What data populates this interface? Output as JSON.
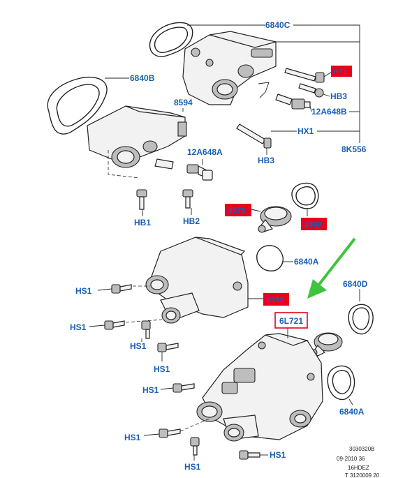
{
  "labels": {
    "l_6840C": "6840C",
    "l_6840B": "6840B",
    "l_8594": "8594",
    "l_HT1": "HT1",
    "l_HB3a": "HB3",
    "l_12A648B": "12A648B",
    "l_HX1": "HX1",
    "l_8K556": "8K556",
    "l_HB3b": "HB3",
    "l_12A648A": "12A648A",
    "l_HB1a": "HB1",
    "l_HB2": "HB2",
    "l_8575": "8575",
    "l_8590": "8590",
    "l_6840A_top": "6840A",
    "l_6840D": "6840D",
    "l_HS1_a": "HS1",
    "l_8592": "8592",
    "l_6L721": "6L721",
    "l_HS1_b": "HS1",
    "l_HS1_c": "HS1",
    "l_HS1_d": "HS1",
    "l_HS1_e": "HS1",
    "l_HS1_f": "HS1",
    "l_HS1_g": "HS1",
    "l_HS1_h": "HS1",
    "l_6840A_bot": "6840A"
  },
  "reference": {
    "line1": "3030320B",
    "line2": "09-2010 36",
    "line3": "16HDEZ",
    "line4": "T 3120009 20"
  },
  "colors": {
    "label_blue": "#1a5fb4",
    "highlight_red": "#e8001c",
    "outline_red": "#e8001c",
    "arrow_green": "#3ec43e"
  }
}
